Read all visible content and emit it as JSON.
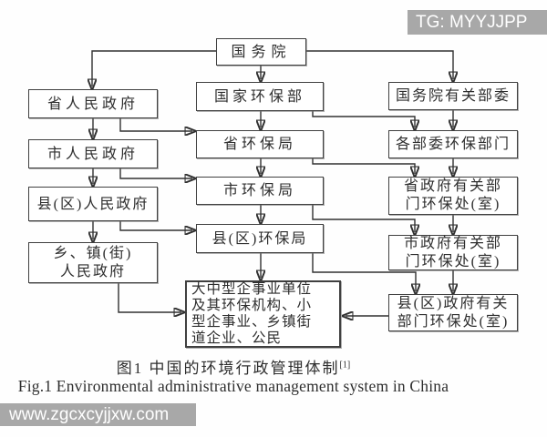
{
  "figure": {
    "caption_zh": "图1 中国的环境行政管理体制",
    "caption_zh_sup": "[1]",
    "caption_en": "Fig.1  Environmental administrative management system in China"
  },
  "watermarks": {
    "top_right": "TG: MYYJJPP",
    "bottom_left": "www.zgcxcyjjxw.com"
  },
  "colors": {
    "line": "#303030",
    "box_border": "#404040",
    "text": "#2e2e2e",
    "watermark_bg": "#a8a8a8",
    "watermark_text": "#ffffff",
    "page_bg": "#fefefe"
  },
  "nodes": {
    "state_council": "国务院",
    "prov_gov": "省人民政府",
    "city_gov": "市人民政府",
    "county_gov": "县(区)人民政府",
    "township_gov": "乡、镇(街)\n人民政府",
    "nepa": "国家环保部",
    "prov_epb": "省环保局",
    "city_epb": "市环保局",
    "county_epb": "县(区)环保局",
    "enterprises": "大中型企事业单位\n及其环保机构、小\n型企事业、乡镇街\n道企业、公民",
    "ministries": "国务院有关部委",
    "ministry_ep_dept": "各部委环保部门",
    "prov_dept_ep": "省政府有关部\n门环保处(室)",
    "city_dept_ep": "市政府有关部\n门环保处(室)",
    "county_dept_ep": "县(区)政府有关\n部门环保处(室)"
  },
  "edges": [
    {
      "from": "state_council",
      "to": "prov_gov"
    },
    {
      "from": "state_council",
      "to": "nepa"
    },
    {
      "from": "state_council",
      "to": "ministries"
    },
    {
      "from": "prov_gov",
      "to": "city_gov"
    },
    {
      "from": "city_gov",
      "to": "county_gov"
    },
    {
      "from": "county_gov",
      "to": "township_gov"
    },
    {
      "from": "nepa",
      "to": "prov_epb"
    },
    {
      "from": "prov_epb",
      "to": "city_epb"
    },
    {
      "from": "city_epb",
      "to": "county_epb"
    },
    {
      "from": "county_epb",
      "to": "enterprises"
    },
    {
      "from": "ministries",
      "to": "ministry_ep_dept"
    },
    {
      "from": "ministry_ep_dept",
      "to": "prov_dept_ep"
    },
    {
      "from": "prov_dept_ep",
      "to": "city_dept_ep"
    },
    {
      "from": "city_dept_ep",
      "to": "county_dept_ep"
    },
    {
      "from": "prov_gov",
      "to": "prov_epb"
    },
    {
      "from": "city_gov",
      "to": "city_epb"
    },
    {
      "from": "county_gov",
      "to": "county_epb"
    },
    {
      "from": "township_gov",
      "to": "enterprises"
    },
    {
      "from": "nepa",
      "to": "ministry_ep_dept"
    },
    {
      "from": "prov_epb",
      "to": "prov_dept_ep"
    },
    {
      "from": "city_epb",
      "to": "city_dept_ep"
    },
    {
      "from": "county_epb",
      "to": "county_dept_ep"
    },
    {
      "from": "county_dept_ep",
      "to": "enterprises"
    }
  ]
}
